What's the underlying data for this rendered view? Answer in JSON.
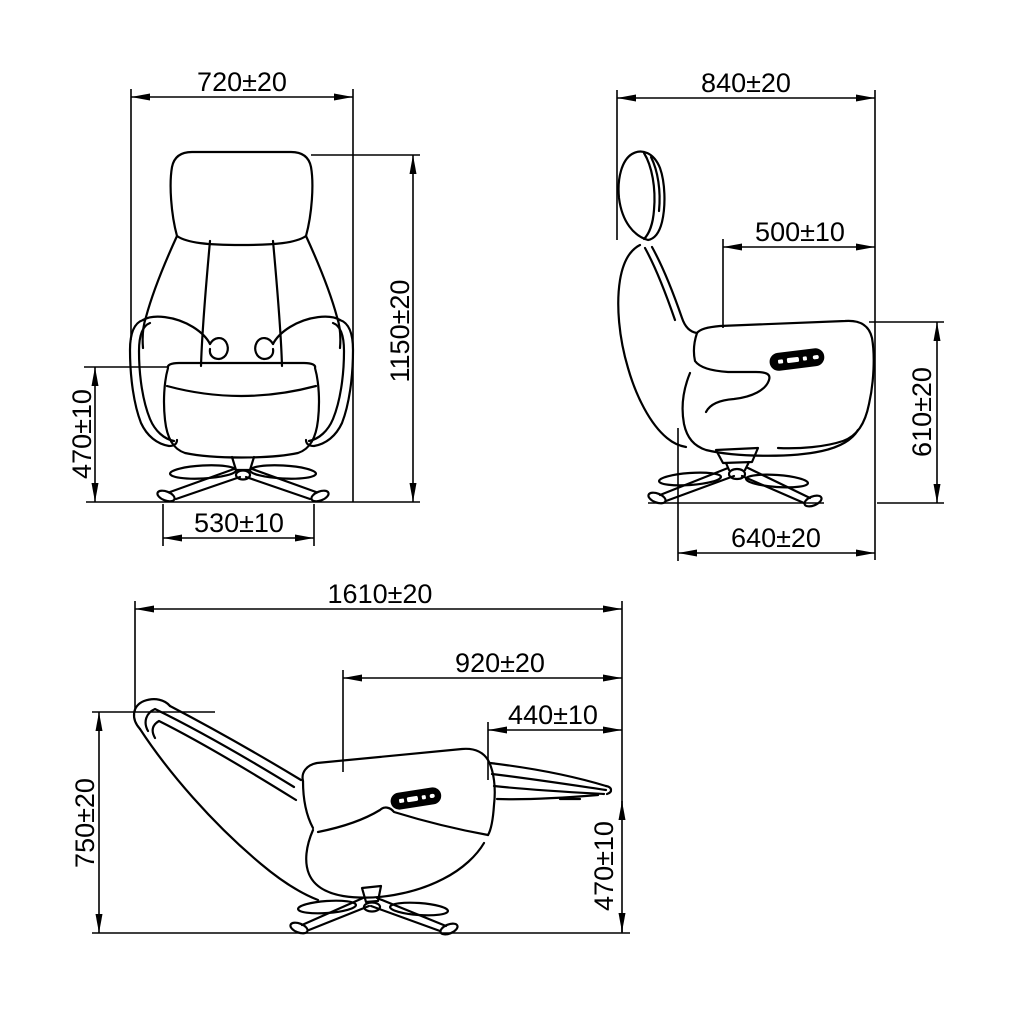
{
  "title": "recliner-chair-technical-drawing",
  "colors": {
    "background": "#ffffff",
    "line": "#000000",
    "control_panel": "#000000"
  },
  "views": {
    "front": {
      "label": "front-view",
      "dims": {
        "overall_width": "720±20",
        "overall_height": "1150±20",
        "armrest_height": "470±10",
        "base_width": "530±10"
      }
    },
    "side": {
      "label": "side-view",
      "dims": {
        "overall_depth": "840±20",
        "upper_depth": "500±10",
        "armrest_height": "610±20",
        "base_depth": "640±20"
      }
    },
    "reclined": {
      "label": "reclined-side-view",
      "dims": {
        "overall_length": "1610±20",
        "backrest_to_footrest": "920±20",
        "footrest_length": "440±10",
        "overall_height": "750±20",
        "footrest_height": "470±10"
      }
    }
  }
}
